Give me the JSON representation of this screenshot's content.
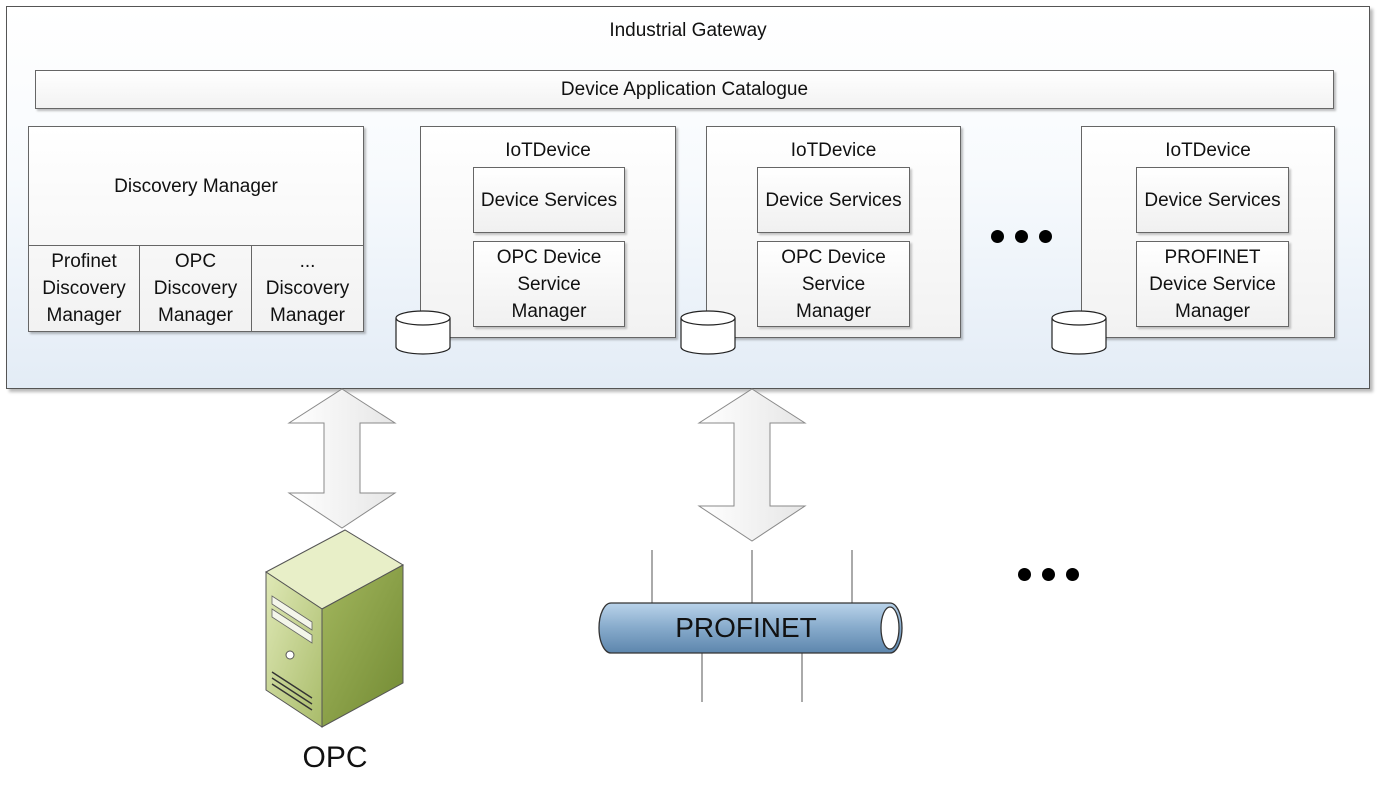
{
  "gateway": {
    "title": "Industrial Gateway",
    "catalogue": "Device Application Catalogue",
    "discovery": {
      "title": "Discovery Manager",
      "managers": [
        {
          "line1": "Profinet",
          "line2": "Discovery",
          "line3": "Manager"
        },
        {
          "line1": "OPC",
          "line2": "Discovery",
          "line3": "Manager"
        },
        {
          "line1": "...",
          "line2": "Discovery",
          "line3": "Manager"
        }
      ]
    },
    "devices": [
      {
        "title": "IoTDevice",
        "services": "Device Services",
        "manager_line1": "OPC Device",
        "manager_line2": "Service",
        "manager_line3": "Manager"
      },
      {
        "title": "IoTDevice",
        "services": "Device Services",
        "manager_line1": "OPC Device",
        "manager_line2": "Service",
        "manager_line3": "Manager"
      },
      {
        "title": "IoTDevice",
        "services": "Device Services",
        "manager_line1": "PROFINET",
        "manager_line2": "Device Service",
        "manager_line3": "Manager"
      }
    ]
  },
  "opc_label": "OPC",
  "profinet_label": "PROFINET"
}
